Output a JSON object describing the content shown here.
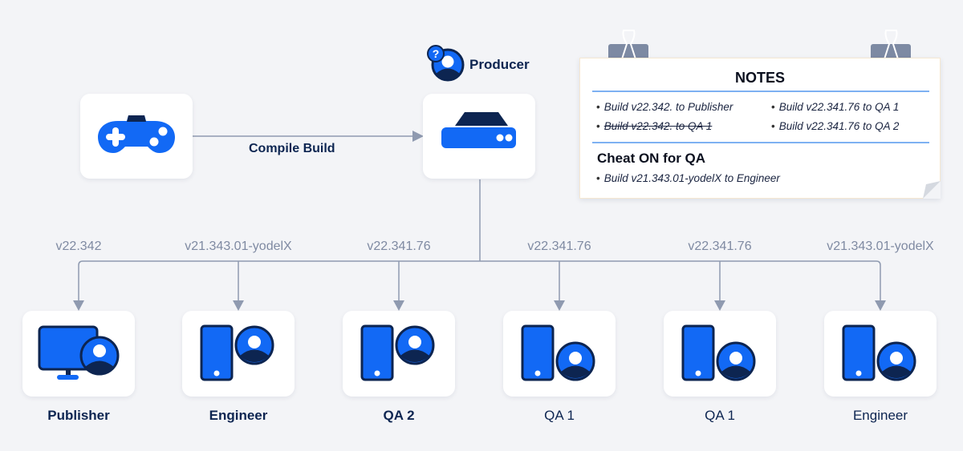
{
  "diagram": {
    "source_node": {
      "name": "Game Controller",
      "icon": "gamepad-icon"
    },
    "edge_compile": {
      "label": "Compile Build"
    },
    "producer": {
      "label": "Producer",
      "icon": "server-icon",
      "badge_icon": "question-user-icon"
    },
    "targets": [
      {
        "label": "Publisher",
        "version": "v22.342",
        "icon": "monitor-user-icon",
        "bold": true
      },
      {
        "label": "Engineer",
        "version": "v21.343.01-yodelX",
        "icon": "phone-user-icon",
        "bold": true
      },
      {
        "label": "QA 2",
        "version": "v22.341.76",
        "icon": "phone-user-icon",
        "bold": true
      },
      {
        "label": "QA 1",
        "version": "v22.341.76",
        "icon": "phone-user-icon",
        "bold": false
      },
      {
        "label": "QA 1",
        "version": "v22.341.76",
        "icon": "phone-user-icon",
        "bold": false
      },
      {
        "label": "Engineer",
        "version": "v21.343.01-yodelX",
        "icon": "phone-user-icon",
        "bold": false
      }
    ]
  },
  "notes": {
    "title": "NOTES",
    "items": [
      {
        "text": "Build v22.342. to Publisher",
        "struck": false
      },
      {
        "text": "Build v22.342. to QA 1",
        "struck": true
      },
      {
        "text": "Build v22.341.76 to QA 1",
        "struck": false
      },
      {
        "text": "Build v22.341.76 to QA 2",
        "struck": false
      }
    ],
    "cheat_title": "Cheat ON for QA",
    "cheat_items": [
      {
        "text": "Build v21.343.01-yodelX to Engineer"
      }
    ]
  },
  "colors": {
    "background": "#f3f4f7",
    "primary_blue": "#1269f5",
    "navy": "#0d2551",
    "line_gray": "#8f9ab0",
    "notes_rule": "#7eb1f2",
    "clip_gray": "#7d8aa3"
  }
}
